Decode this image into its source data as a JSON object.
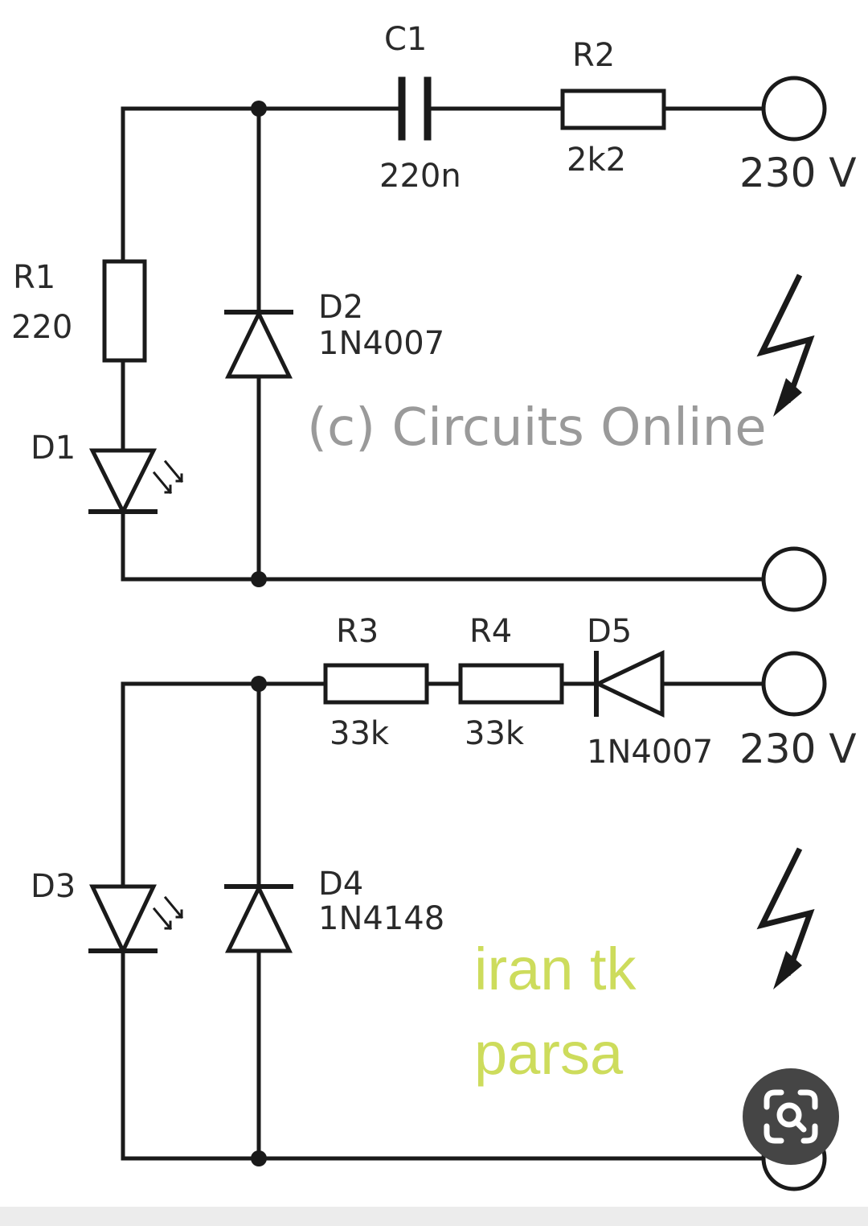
{
  "labels": {
    "c1": "C1",
    "c1_value": "220n",
    "r2": "R2",
    "r2_value": "2k2",
    "voltage_top": "230 V",
    "r1": "R1",
    "r1_value": "220",
    "d2": "D2",
    "d2_part": "1N4007",
    "d1": "D1",
    "watermark": "(c) Circuits Online",
    "r3": "R3",
    "r3_value": "33k",
    "r4": "R4",
    "r4_value": "33k",
    "d5": "D5",
    "d5_part": "1N4007",
    "voltage_bottom": "230 V",
    "d3": "D3",
    "d4": "D4",
    "d4_part": "1N4148",
    "overlay_line1": "iran tk",
    "overlay_line2": "parsa"
  },
  "colors": {
    "wire": "#1a1a1a",
    "overlay_text": "#cddc5c",
    "lens_button_bg": "#454545"
  },
  "icons": {
    "lens": "google-lens-icon",
    "hazard": "lightning-bolt-icon"
  }
}
